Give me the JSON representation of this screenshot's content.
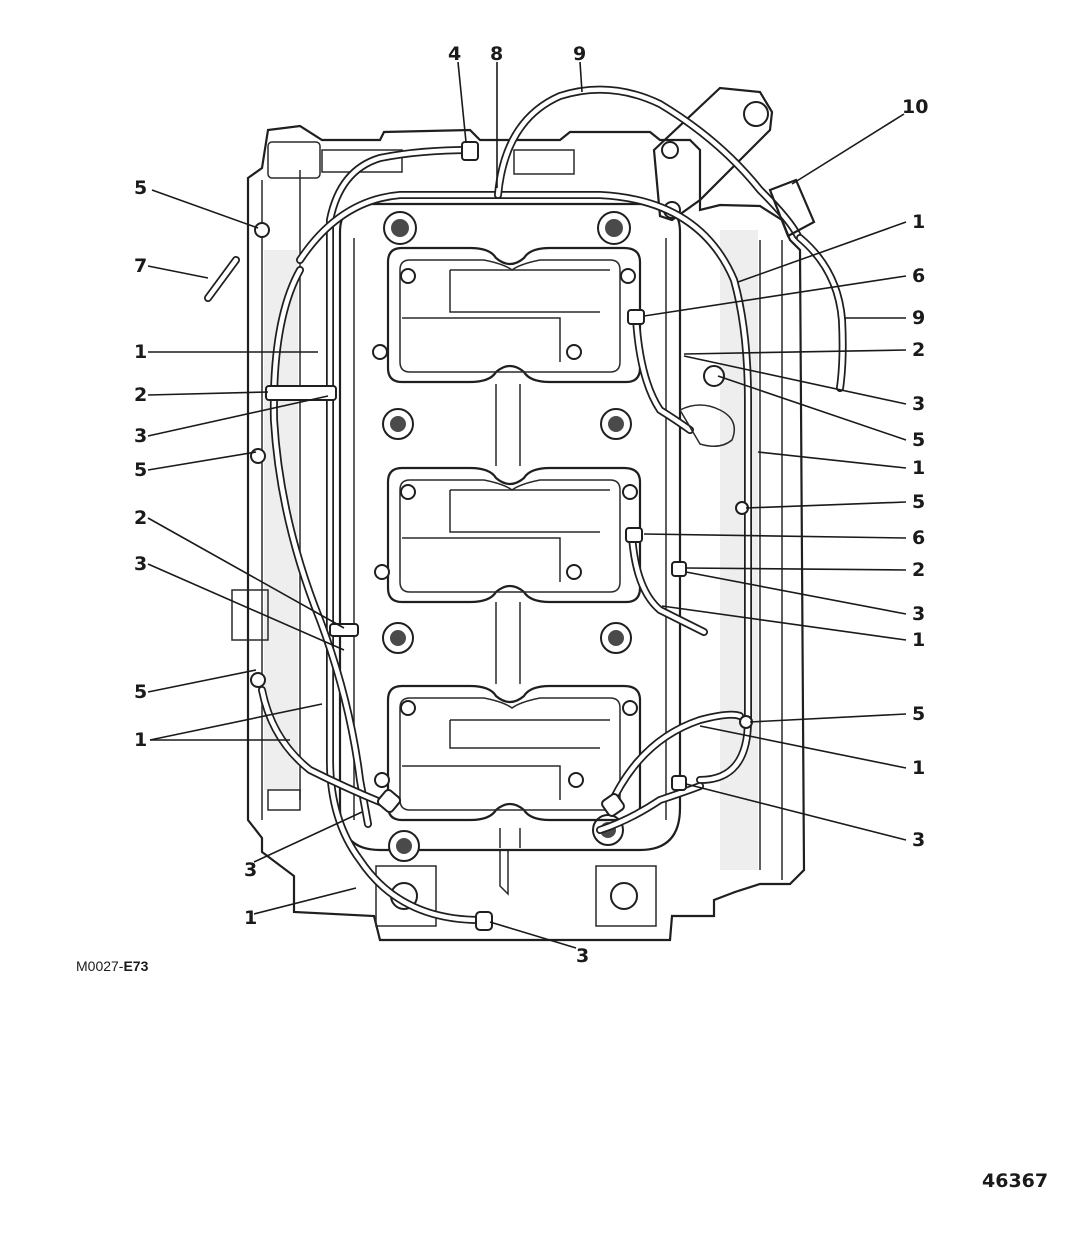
{
  "figure": {
    "ref_code_prefix": "M0027-",
    "ref_code_suffix": "E73",
    "figure_number": "46367"
  },
  "callouts": [
    {
      "id": "c-top-4",
      "label": "4"
    },
    {
      "id": "c-top-8",
      "label": "8"
    },
    {
      "id": "c-top-9",
      "label": "9"
    },
    {
      "id": "c-top-10",
      "label": "10"
    },
    {
      "id": "c-l-5a",
      "label": "5"
    },
    {
      "id": "c-l-7",
      "label": "7"
    },
    {
      "id": "c-l-1a",
      "label": "1"
    },
    {
      "id": "c-l-2a",
      "label": "2"
    },
    {
      "id": "c-l-3a",
      "label": "3"
    },
    {
      "id": "c-l-5b",
      "label": "5"
    },
    {
      "id": "c-l-2b",
      "label": "2"
    },
    {
      "id": "c-l-3b",
      "label": "3"
    },
    {
      "id": "c-l-5c",
      "label": "5"
    },
    {
      "id": "c-l-1b",
      "label": "1"
    },
    {
      "id": "c-l-3c",
      "label": "3"
    },
    {
      "id": "c-l-1c",
      "label": "1"
    },
    {
      "id": "c-b-3",
      "label": "3"
    },
    {
      "id": "c-r-1a",
      "label": "1"
    },
    {
      "id": "c-r-6a",
      "label": "6"
    },
    {
      "id": "c-r-9",
      "label": "9"
    },
    {
      "id": "c-r-2a",
      "label": "2"
    },
    {
      "id": "c-r-3a",
      "label": "3"
    },
    {
      "id": "c-r-5a",
      "label": "5"
    },
    {
      "id": "c-r-1b",
      "label": "1"
    },
    {
      "id": "c-r-5b",
      "label": "5"
    },
    {
      "id": "c-r-6b",
      "label": "6"
    },
    {
      "id": "c-r-2b",
      "label": "2"
    },
    {
      "id": "c-r-3b",
      "label": "3"
    },
    {
      "id": "c-r-1c",
      "label": "1"
    },
    {
      "id": "c-r-5c",
      "label": "5"
    },
    {
      "id": "c-r-1d",
      "label": "1"
    },
    {
      "id": "c-r-3c",
      "label": "3"
    }
  ]
}
